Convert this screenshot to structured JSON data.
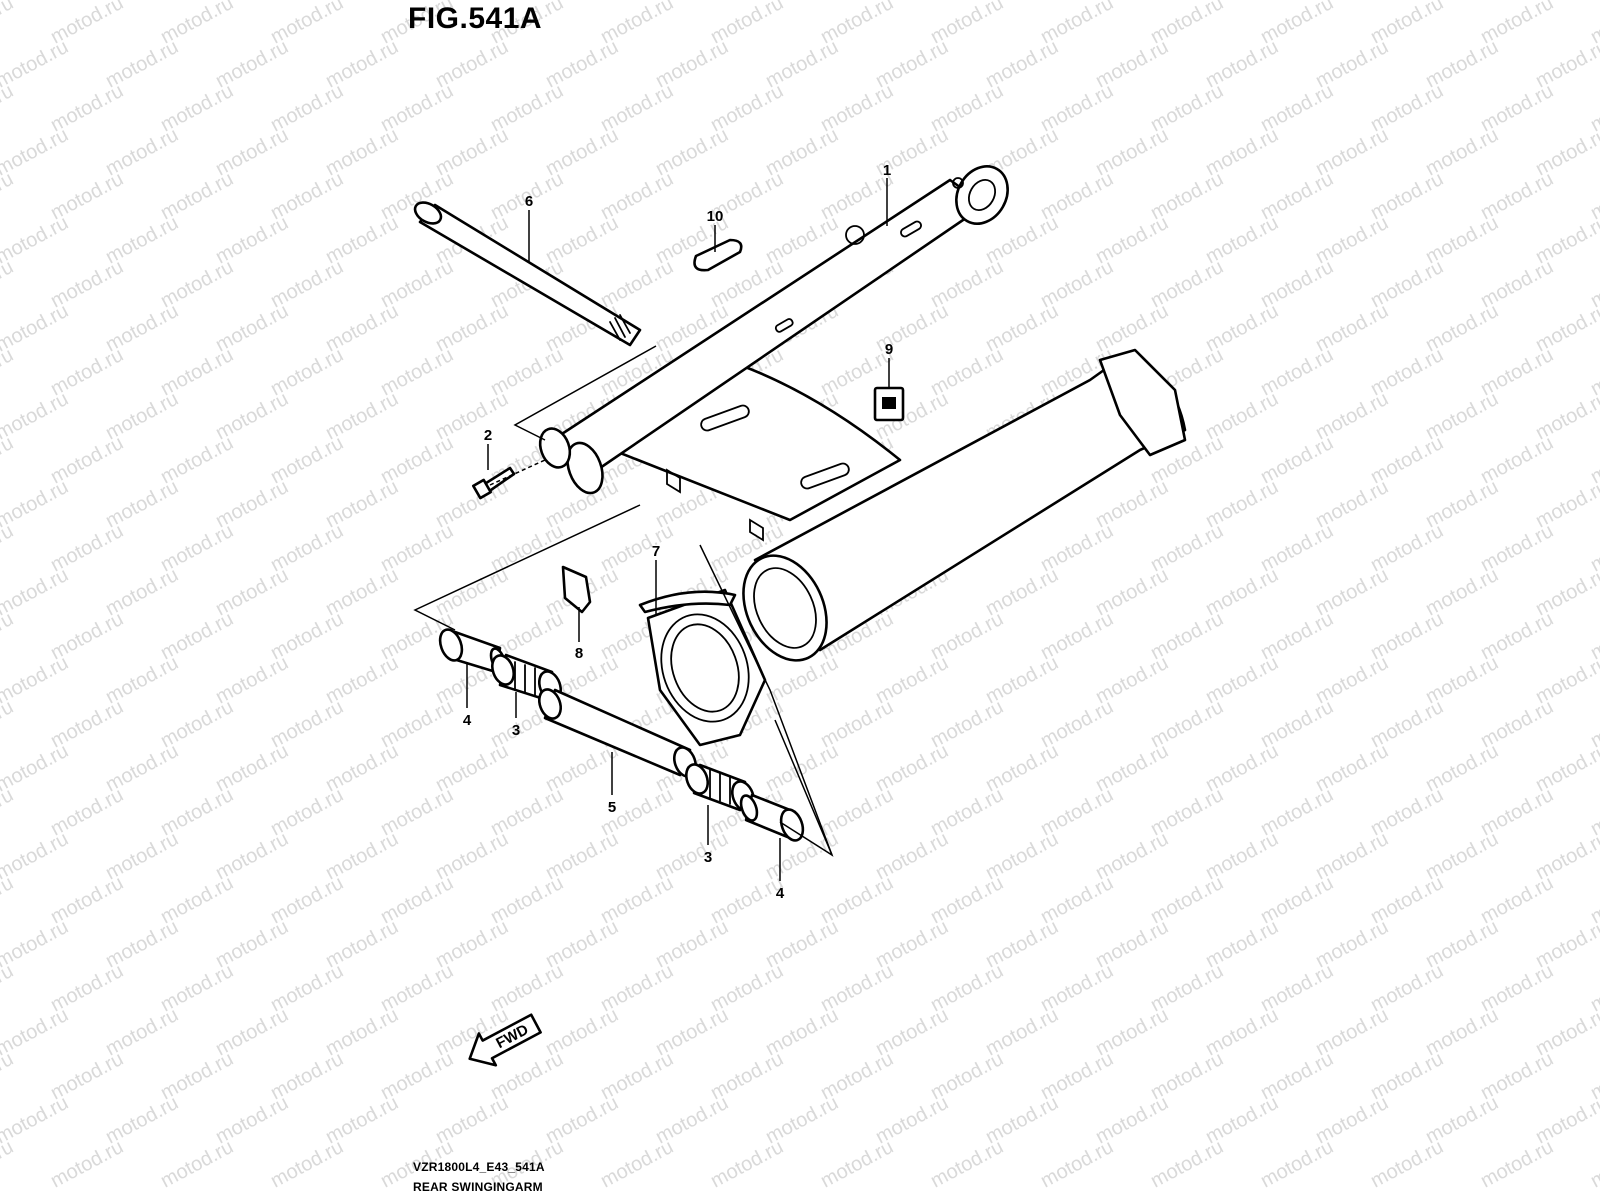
{
  "figure": {
    "title": "FIG.541A",
    "model_code": "VZR1800L4_E43_541A",
    "name": "REAR SWINGINGARM"
  },
  "watermark": {
    "text": "motod.ru",
    "color": "#d9d9d9"
  },
  "direction_indicator": {
    "label": "FWD"
  },
  "callouts": [
    {
      "id": "1",
      "label": "1"
    },
    {
      "id": "2",
      "label": "2"
    },
    {
      "id": "3a",
      "label": "3"
    },
    {
      "id": "3b",
      "label": "3"
    },
    {
      "id": "4a",
      "label": "4"
    },
    {
      "id": "4b",
      "label": "4"
    },
    {
      "id": "5",
      "label": "5"
    },
    {
      "id": "6",
      "label": "6"
    },
    {
      "id": "7",
      "label": "7"
    },
    {
      "id": "8",
      "label": "8"
    },
    {
      "id": "9",
      "label": "9"
    },
    {
      "id": "10",
      "label": "10"
    }
  ]
}
